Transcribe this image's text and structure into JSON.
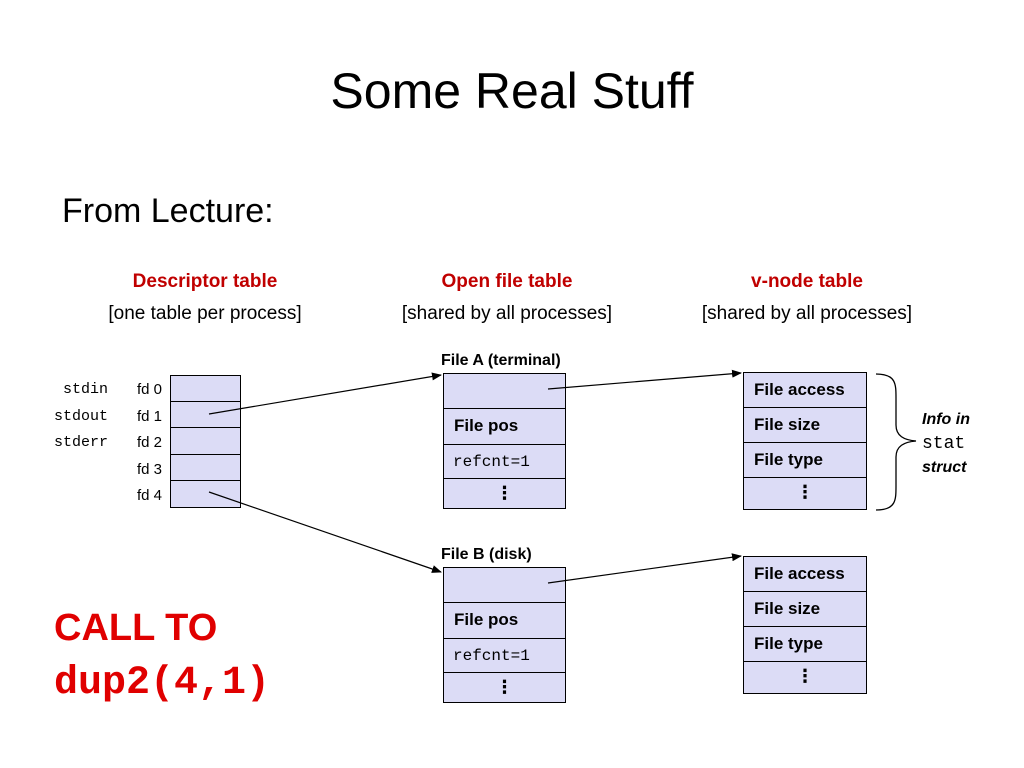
{
  "title": "Some Real Stuff",
  "subtitle": "From Lecture:",
  "columns": {
    "descriptor": {
      "heading": "Descriptor table",
      "sub": "[one table per process]"
    },
    "open_file": {
      "heading": "Open file table",
      "sub": "[shared by all processes]"
    },
    "vnode": {
      "heading": "v-node table",
      "sub": "[shared by all processes]"
    }
  },
  "streams": [
    "stdin",
    "stdout",
    "stderr"
  ],
  "fds": [
    "fd 0",
    "fd 1",
    "fd 2",
    "fd 3",
    "fd 4"
  ],
  "file_a": {
    "label": "File A (terminal)",
    "pos": "File pos",
    "refcnt": "refcnt=1",
    "dots": "⋮"
  },
  "file_b": {
    "label": "File B (disk)",
    "pos": "File pos",
    "refcnt": "refcnt=1",
    "dots": "⋮"
  },
  "vnode_a": {
    "access": "File access",
    "size": "File size",
    "type": "File type",
    "dots": "⋮"
  },
  "vnode_b": {
    "access": "File access",
    "size": "File size",
    "type": "File type",
    "dots": "⋮"
  },
  "info": {
    "line1": "Info in",
    "line2": "stat",
    "line3": "struct"
  },
  "call": {
    "line1": "CALL TO",
    "line2": "dup2(4,1)"
  },
  "colors": {
    "heading_red": "#c00000",
    "call_red": "#e00000",
    "cell_fill": "#dcdcf6"
  }
}
